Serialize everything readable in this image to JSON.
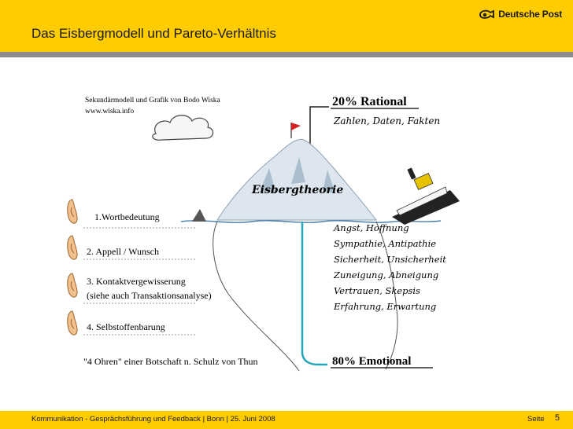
{
  "header": {
    "title": "Das Eisbergmodell und Pareto-Verhältnis",
    "logo_text": "Deutsche Post",
    "logo_icon": "post-horn-icon",
    "brand_color": "#ffcc00"
  },
  "figure": {
    "credit_line1": "Sekundärmodell und Grafik von Bodo Wiska",
    "credit_line2": "www.wiska.info",
    "rational_heading": "20% Rational",
    "rational_items": "Zahlen, Daten, Fakten",
    "iceberg_label": "Eisbergtheorie",
    "ears": [
      {
        "label": "1.Wortbedeutung"
      },
      {
        "label": "2. Appell / Wunsch"
      },
      {
        "label": "3. Kontaktvergewisserung"
      },
      {
        "label": "4. Selbstoffenbarung"
      }
    ],
    "ear_3_sub": "(siehe auch Transaktionsanalyse)",
    "emotional_items": [
      "Angst, Hoffnung",
      "Sympathie, Antipathie",
      "Sicherheit, Unsicherheit",
      "Zuneigung, Abneigung",
      "Vertrauen, Skepsis",
      "Erfahrung, Erwartung"
    ],
    "quote": "\"4 Ohren\" einer Botschaft n. Schulz von Thun",
    "emotional_heading": "80% Emotional"
  },
  "footer": {
    "text": "Kommunikation - Gesprächsführung und Feedback | Bonn | 25. Juni 2008",
    "seite_label": "Seite",
    "page_number": "5"
  }
}
